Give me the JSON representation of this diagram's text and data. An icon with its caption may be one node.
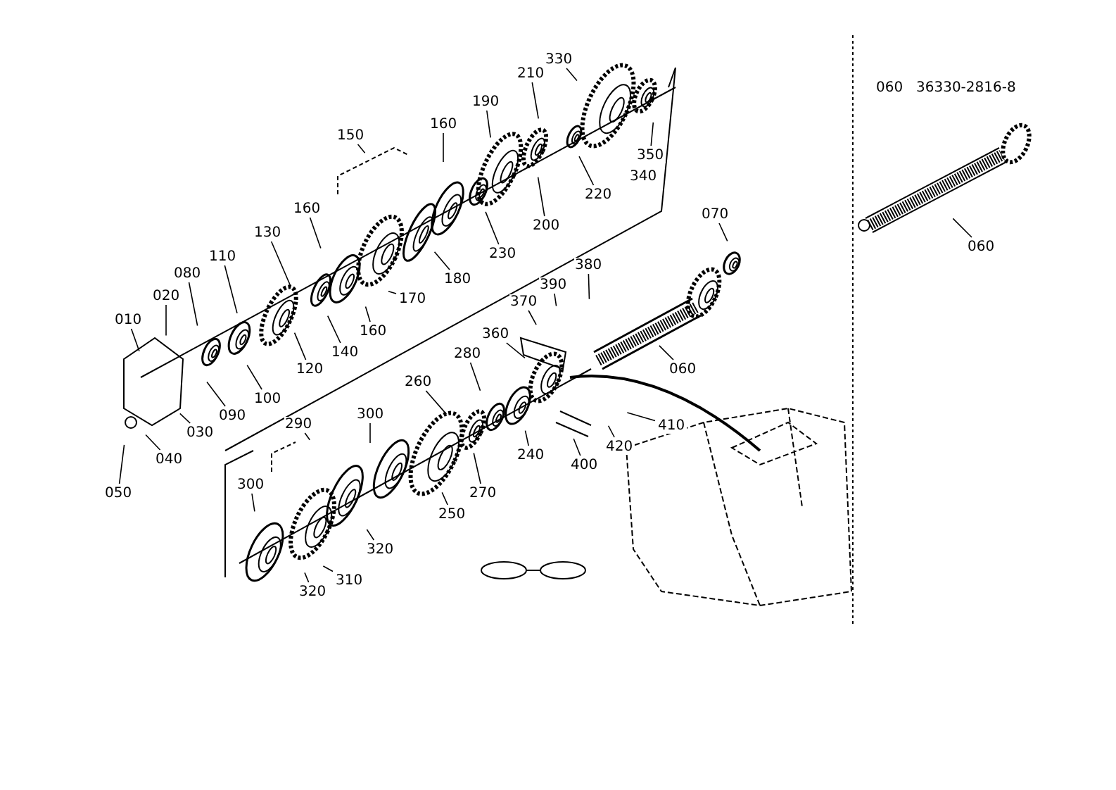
{
  "diagram": {
    "nodes": [
      {
        "text": [
          "010"
        ]
      },
      {
        "text": [
          "020"
        ]
      },
      {
        "text": [
          "080"
        ]
      },
      {
        "text": [
          "110"
        ]
      },
      {
        "text": [
          "130"
        ]
      },
      {
        "text": [
          "160"
        ]
      },
      {
        "text": [
          "150"
        ]
      },
      {
        "text": [
          "160"
        ]
      },
      {
        "text": [
          "190"
        ]
      },
      {
        "text": [
          "210"
        ]
      },
      {
        "text": [
          "330"
        ]
      },
      {
        "text": [
          "350"
        ]
      },
      {
        "text": [
          "220"
        ]
      },
      {
        "text": [
          "200"
        ]
      },
      {
        "text": [
          "230"
        ]
      },
      {
        "text": [
          "180"
        ]
      },
      {
        "text": [
          "170"
        ]
      },
      {
        "text": [
          "160"
        ]
      },
      {
        "text": [
          "140"
        ]
      },
      {
        "text": [
          "120"
        ]
      },
      {
        "text": [
          "100"
        ]
      },
      {
        "text": [
          "090"
        ]
      },
      {
        "text": [
          "030"
        ]
      },
      {
        "text": [
          "040"
        ]
      },
      {
        "text": [
          "050"
        ]
      },
      {
        "text": [
          "070"
        ]
      },
      {
        "text": [
          "380"
        ]
      },
      {
        "text": [
          "390"
        ]
      },
      {
        "text": [
          "370"
        ]
      },
      {
        "text": [
          "360"
        ]
      },
      {
        "text": [
          "060"
        ]
      },
      {
        "text": [
          "280"
        ]
      },
      {
        "text": [
          "260"
        ]
      },
      {
        "text": [
          "300"
        ]
      },
      {
        "text": [
          "290"
        ]
      },
      {
        "text": [
          "240"
        ]
      },
      {
        "text": [
          "410"
        ]
      },
      {
        "text": [
          "420"
        ]
      },
      {
        "text": [
          "400"
        ]
      },
      {
        "text": [
          "270"
        ]
      },
      {
        "text": [
          "250"
        ]
      },
      {
        "text": [
          "300"
        ]
      },
      {
        "text": [
          "320"
        ]
      },
      {
        "text": [
          "310"
        ]
      },
      {
        "text": [
          "320"
        ]
      },
      {
        "text": [
          "060"
        ]
      },
      {
        "text": [
          "340"
        ]
      },
      {
        "text": [
          "060"
        ]
      }
    ],
    "edges": [
      {
        "from": 0,
        "to": null,
        "arrow": "none"
      },
      {
        "from": 1,
        "to": null,
        "arrow": "none"
      },
      {
        "from": 2,
        "to": null,
        "arrow": "none"
      },
      {
        "from": 3,
        "to": null,
        "arrow": "none"
      },
      {
        "from": 4,
        "to": null,
        "arrow": "none"
      },
      {
        "from": 5,
        "to": null,
        "arrow": "none"
      },
      {
        "from": 6,
        "to": null,
        "arrow": "none"
      },
      {
        "from": 7,
        "to": null,
        "arrow": "none"
      },
      {
        "from": 8,
        "to": null,
        "arrow": "none"
      },
      {
        "from": 9,
        "to": null,
        "arrow": "none"
      },
      {
        "from": 10,
        "to": null,
        "arrow": "none"
      },
      {
        "from": 11,
        "to": null,
        "arrow": "none"
      },
      {
        "from": 12,
        "to": null,
        "arrow": "none"
      },
      {
        "from": 13,
        "to": null,
        "arrow": "none"
      },
      {
        "from": 14,
        "to": null,
        "arrow": "none"
      },
      {
        "from": 15,
        "to": null,
        "arrow": "none"
      },
      {
        "from": 16,
        "to": null,
        "arrow": "none"
      },
      {
        "from": 17,
        "to": null,
        "arrow": "none"
      },
      {
        "from": 18,
        "to": null,
        "arrow": "none"
      },
      {
        "from": 19,
        "to": null,
        "arrow": "none"
      },
      {
        "from": 20,
        "to": null,
        "arrow": "none"
      },
      {
        "from": 21,
        "to": null,
        "arrow": "none"
      },
      {
        "from": 22,
        "to": null,
        "arrow": "none"
      },
      {
        "from": 23,
        "to": null,
        "arrow": "none"
      },
      {
        "from": 24,
        "to": null,
        "arrow": "none"
      },
      {
        "from": 25,
        "to": null,
        "arrow": "none"
      },
      {
        "from": 26,
        "to": null,
        "arrow": "none"
      },
      {
        "from": 27,
        "to": null,
        "arrow": "none"
      },
      {
        "from": 28,
        "to": null,
        "arrow": "none"
      },
      {
        "from": 29,
        "to": null,
        "arrow": "none"
      },
      {
        "from": 30,
        "to": null,
        "arrow": "none"
      },
      {
        "from": 31,
        "to": null,
        "arrow": "none"
      },
      {
        "from": 32,
        "to": null,
        "arrow": "none"
      },
      {
        "from": 33,
        "to": null,
        "arrow": "none"
      },
      {
        "from": 34,
        "to": null,
        "arrow": "none"
      },
      {
        "from": 35,
        "to": null,
        "arrow": "none"
      },
      {
        "from": 36,
        "to": null,
        "arrow": "none"
      },
      {
        "from": 37,
        "to": null,
        "arrow": "none"
      },
      {
        "from": 38,
        "to": null,
        "arrow": "none"
      },
      {
        "from": 39,
        "to": null,
        "arrow": "none"
      },
      {
        "from": 40,
        "to": null,
        "arrow": "none"
      },
      {
        "from": 41,
        "to": null,
        "arrow": "none"
      },
      {
        "from": 42,
        "to": null,
        "arrow": "none"
      },
      {
        "from": 43,
        "to": null,
        "arrow": "none"
      },
      {
        "from": 44,
        "to": null,
        "arrow": "none"
      },
      {
        "from": 45,
        "to": null,
        "arrow": "none"
      }
    ],
    "labels": [
      "36330-2816-8"
    ]
  }
}
